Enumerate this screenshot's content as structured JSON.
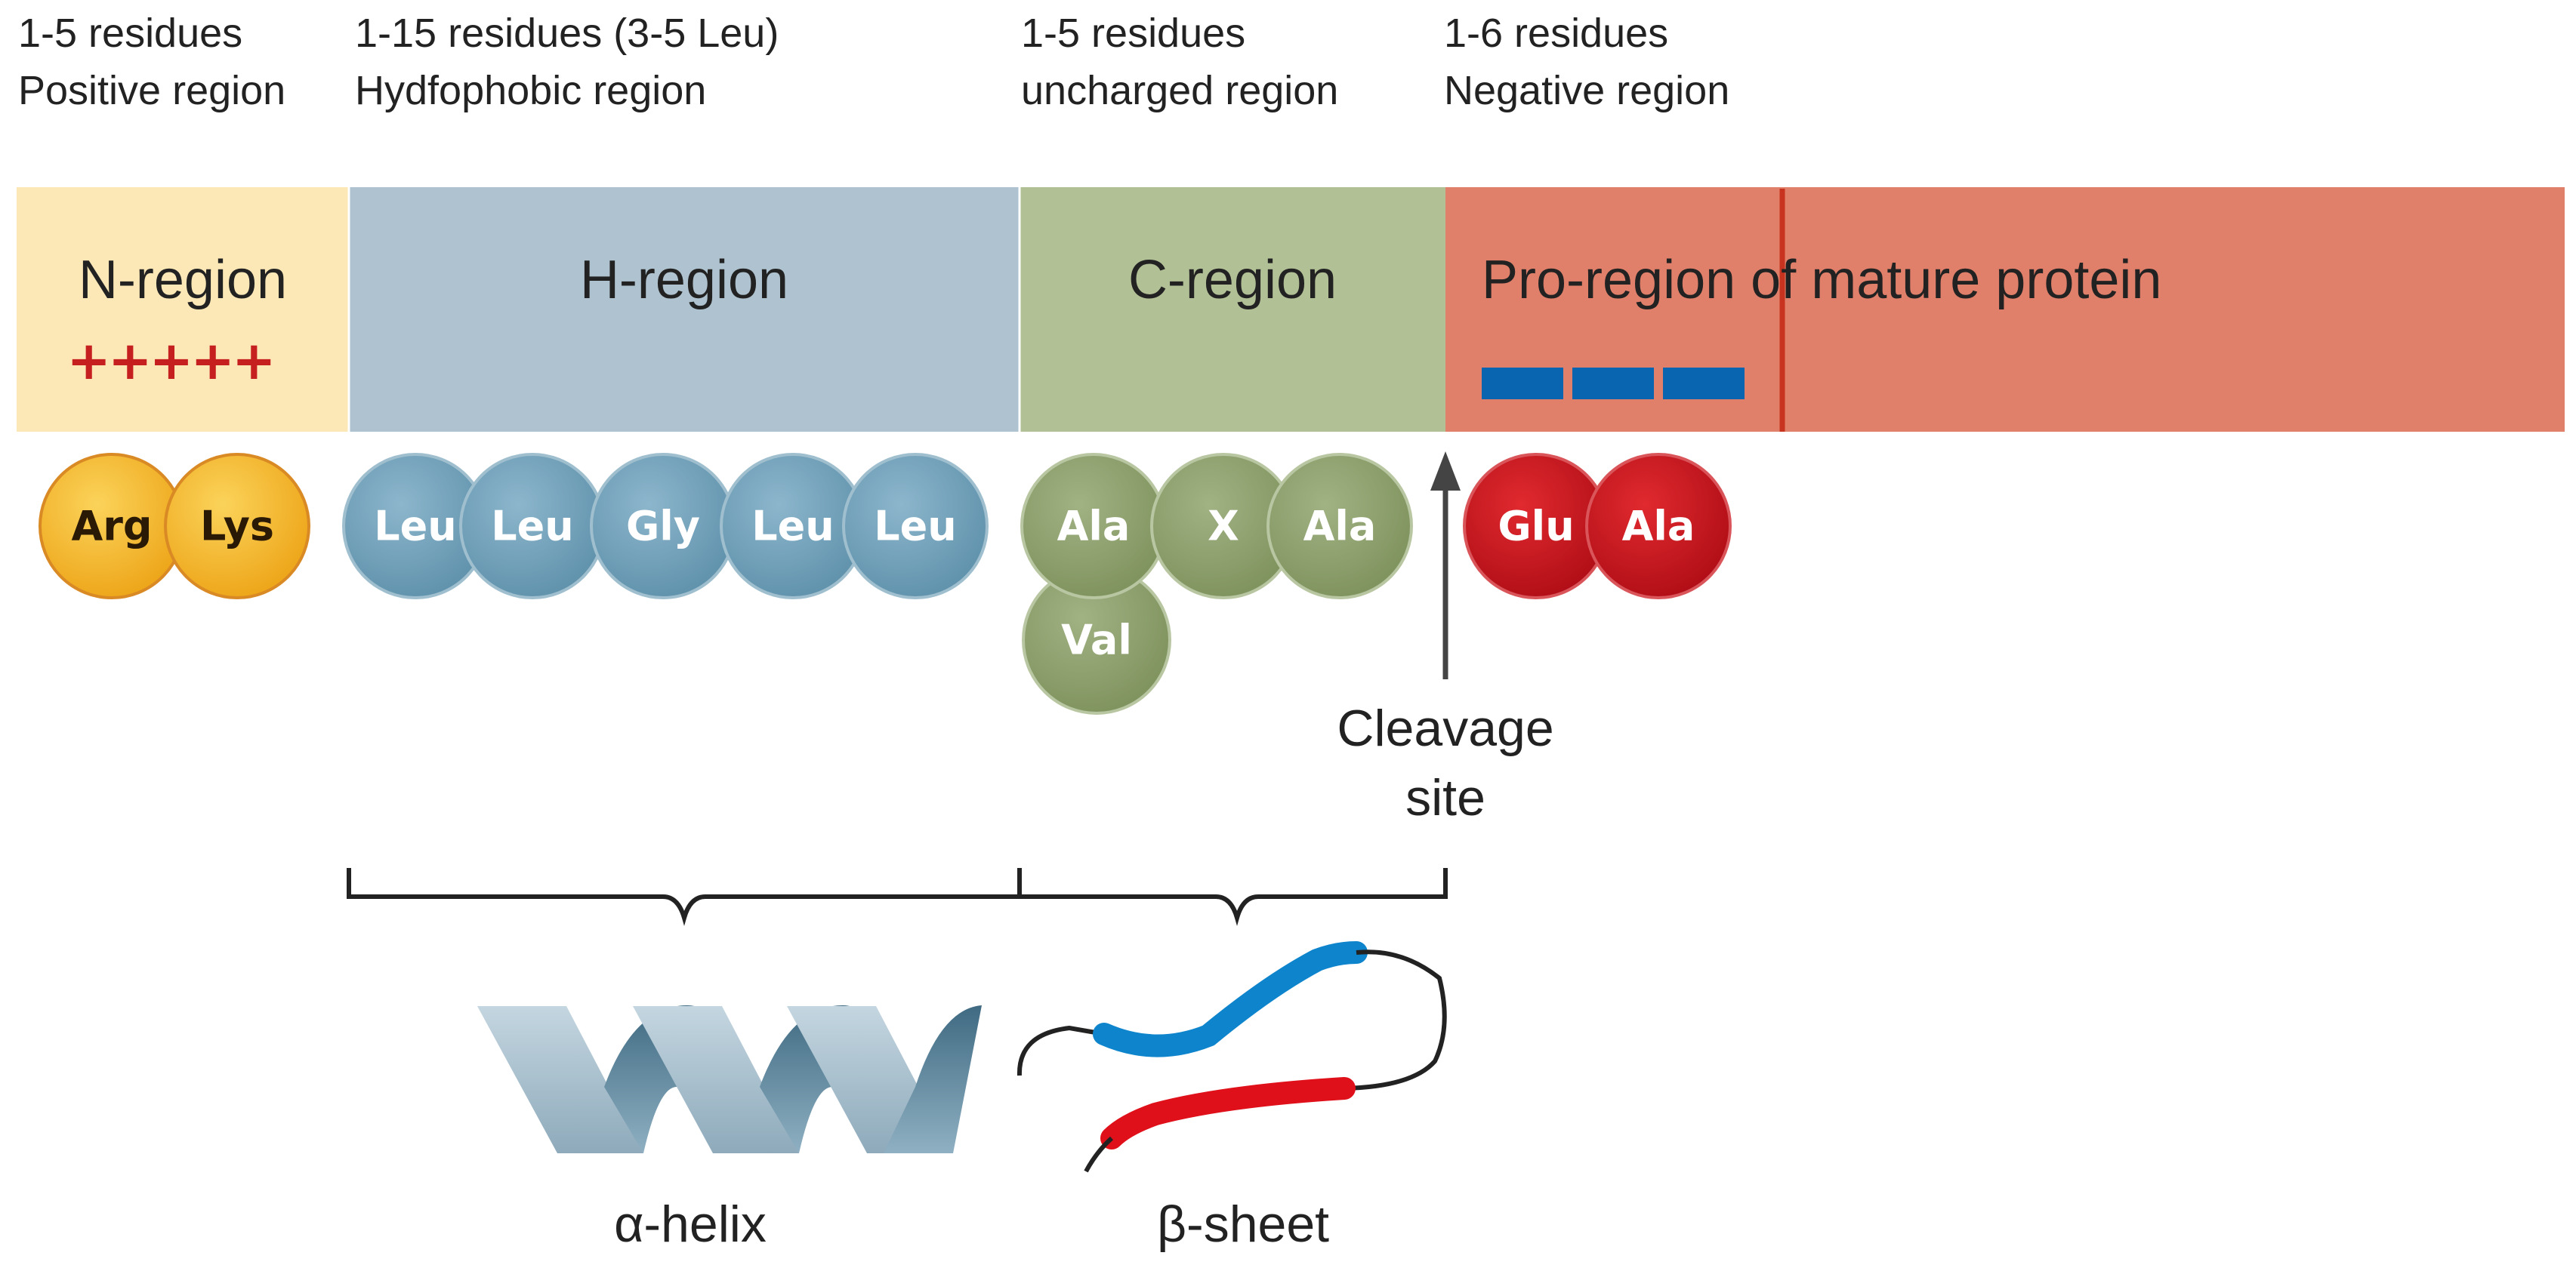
{
  "headers": [
    {
      "line1": "1-5 residues",
      "line2": "Positive region"
    },
    {
      "line1": "1-15 residues (3-5 Leu)",
      "line2": "Hydfophobic region"
    },
    {
      "line1": "1-5 residues",
      "line2": "uncharged region"
    },
    {
      "line1": "1-6 residues",
      "line2": "Negative region"
    }
  ],
  "regions": [
    {
      "label": "N-region",
      "color": "#fce8b6"
    },
    {
      "label": "H-region",
      "color": "#aec3cf"
    },
    {
      "label": "C-region",
      "color": "#b2c096"
    },
    {
      "label": "Pro-region of mature protein",
      "color": "#e0806a"
    }
  ],
  "charge_marks": {
    "positive": "+++++",
    "positive_color": "#c61f1f",
    "negative_color": "#0a65b0",
    "negative_count": 3
  },
  "residues": {
    "n_region": [
      "Arg",
      "Lys"
    ],
    "h_region": [
      "Leu",
      "Leu",
      "Gly",
      "Leu",
      "Leu"
    ],
    "c_region": [
      "Ala",
      "X",
      "Ala",
      "Val"
    ],
    "pro_region": [
      "Glu",
      "Ala"
    ]
  },
  "residue_colors": {
    "n_region": "#f3b01f",
    "h_region": "#6e9fb8",
    "c_region": "#8b9e6a",
    "pro_region": "#c8141e"
  },
  "cleavage": {
    "line1": "Cleavage",
    "line2": "site"
  },
  "structures": {
    "alpha_helix": "α-helix",
    "beta_sheet": "β-sheet",
    "strand_colors": [
      "#0d84cc",
      "#e0101a"
    ]
  }
}
